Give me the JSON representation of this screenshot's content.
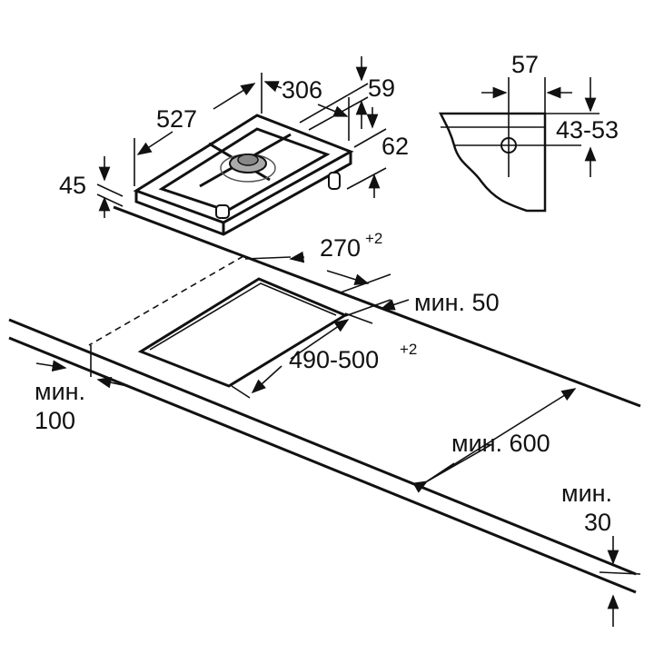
{
  "hob": {
    "width_depth": "527",
    "width": "306",
    "height_above": "45",
    "back_offset": "59",
    "total_height": "62"
  },
  "section": {
    "width": "57",
    "thickness_range": "43-53"
  },
  "cutout": {
    "width": "270",
    "width_tol": "+2",
    "depth": "490-500",
    "depth_tol": "+2",
    "min_back": "мин. 50",
    "min_side_label": "мин.",
    "min_side_value": "100",
    "min_wall": "мин. 600",
    "min_front_label": "мин.",
    "min_front_value": "30"
  }
}
